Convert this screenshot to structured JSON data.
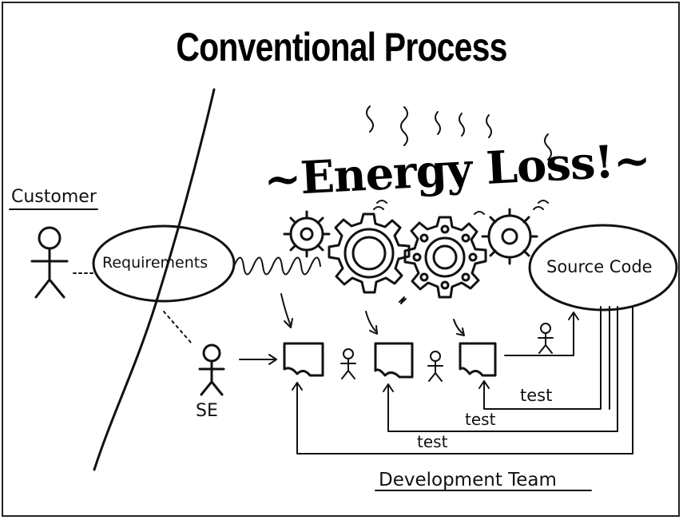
{
  "title": "Conventional Process",
  "labels": {
    "customer": "Customer",
    "requirements": "Requirements",
    "source_code": "Source Code",
    "se": "SE",
    "energy_loss": "Energy Loss!",
    "test_1": "test",
    "test_2": "test",
    "test_3": "test",
    "development_team": "Development Team"
  }
}
